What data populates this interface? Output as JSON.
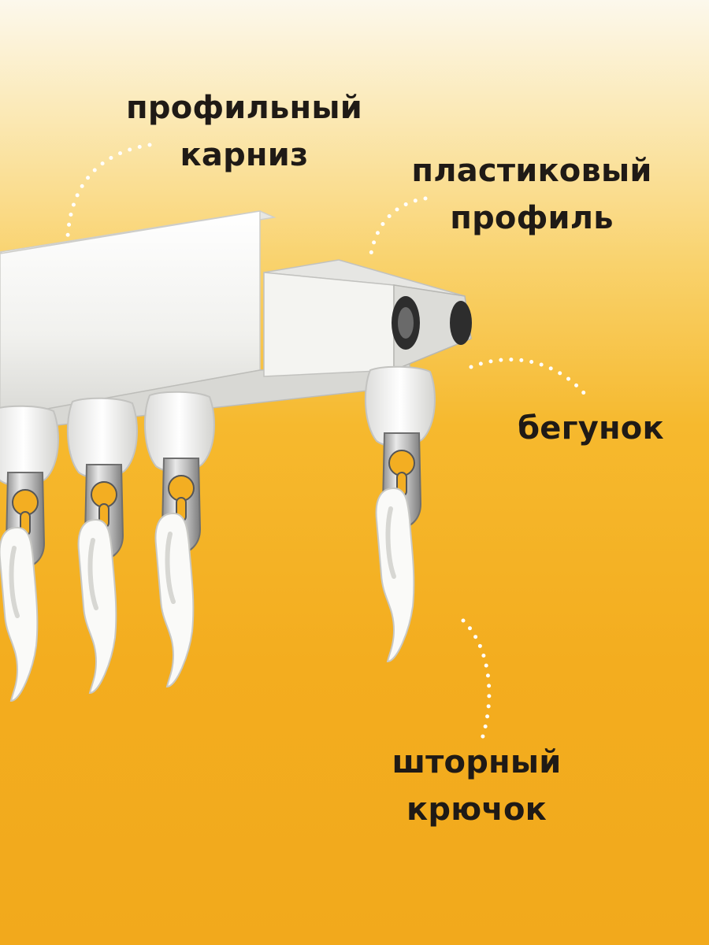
{
  "labels": {
    "profile_rail": [
      "профильный",
      "карниз"
    ],
    "plastic_profile": [
      "пластиковый",
      "профиль"
    ],
    "runner": [
      "бегунок"
    ],
    "curtain_hook": [
      "шторный",
      "крючок"
    ]
  },
  "colors": {
    "background_top": "#fcf8ec",
    "background_bottom": "#f2a91c",
    "text": "#1f1a16",
    "rail": "#f2f2ef",
    "metal": "#c9c9c9",
    "dots": "#ffffff"
  }
}
